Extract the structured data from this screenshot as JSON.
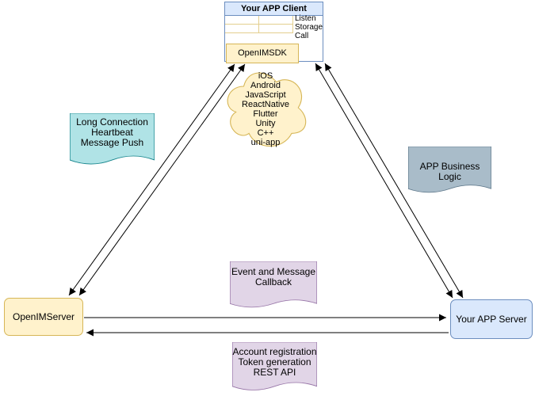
{
  "diagram": {
    "client": {
      "title": "Your APP Client",
      "interface_labels": [
        "Listen",
        "Storage",
        "Call"
      ],
      "sdk_label": "OpenIMSDK"
    },
    "cloud_platforms": [
      "iOS",
      "Android",
      "JavaScript",
      "ReactNative",
      "Flutter",
      "Unity",
      "C++",
      "uni-app"
    ],
    "notes": {
      "long_connection": [
        "Long Connection",
        "Heartbeat",
        "Message Push"
      ],
      "business_logic": [
        "APP Business Logic"
      ],
      "event_callback": [
        "Event and Message",
        "Callback"
      ],
      "rest_api": [
        "Account registration",
        "Token generation",
        "REST API"
      ]
    },
    "nodes": {
      "openim_server": "OpenIMServer",
      "app_server": "Your APP Server"
    },
    "colors": {
      "client_header_fill": "#dae8fc",
      "client_stroke": "#6c8ebf",
      "sdk_fill": "#fff2cc",
      "sdk_stroke": "#d6b656",
      "cloud_fill": "#fff2cc",
      "cloud_stroke": "#d6b656",
      "teal_note_fill": "#b0e3e6",
      "teal_note_stroke": "#0e8088",
      "gray_note_fill": "#a9bcc9",
      "gray_note_stroke": "#5c7689",
      "purple_note_fill": "#e1d5e7",
      "purple_note_stroke": "#9673a6",
      "arrow_color": "#000000"
    }
  }
}
